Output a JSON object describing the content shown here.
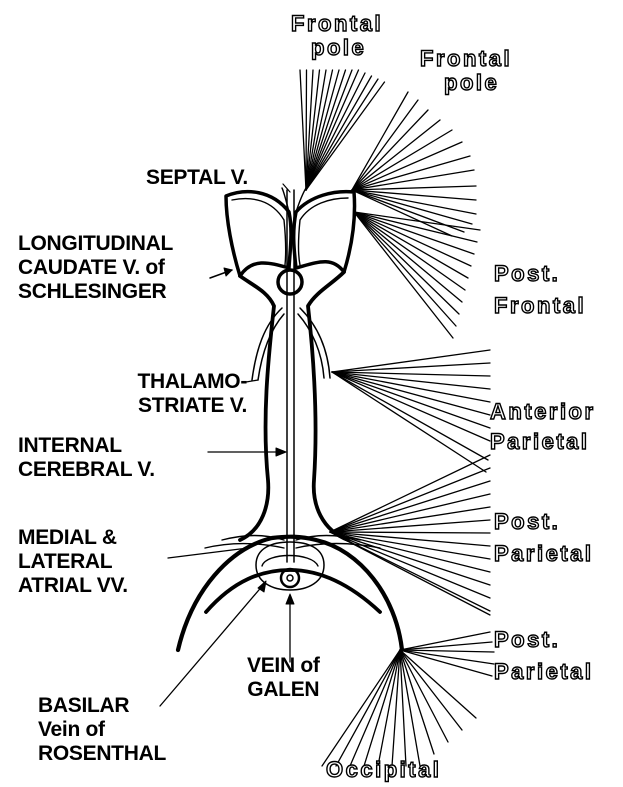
{
  "labels": {
    "frontal_pole_1": [
      "Frontal",
      "pole"
    ],
    "frontal_pole_2": [
      "Frontal",
      "pole"
    ],
    "septal_v": "SEPTAL V.",
    "longitudinal_caudate": [
      "LONGITUDINAL",
      "CAUDATE V. of",
      "SCHLESINGER"
    ],
    "thalamostriate": [
      "THALAMO-",
      "STRIATE V."
    ],
    "internal_cerebral": [
      "INTERNAL",
      "CEREBRAL V."
    ],
    "medial_lateral_atrial": [
      "MEDIAL &",
      "LATERAL",
      "ATRIAL VV."
    ],
    "vein_of_galen": [
      "VEIN of",
      "GALEN"
    ],
    "basilar_vein": [
      "BASILAR",
      "Vein of",
      "ROSENTHAL"
    ],
    "post_frontal": [
      "Post.",
      "Frontal"
    ],
    "anterior_parietal": [
      "Anterior",
      "Parietal"
    ],
    "post_parietal_1": [
      "Post.",
      "Parietal"
    ],
    "post_parietal_2": [
      "Post.",
      "Parietal"
    ],
    "occipital": "Occipital"
  },
  "colors": {
    "ink": "#000000",
    "paper": "#ffffff"
  }
}
